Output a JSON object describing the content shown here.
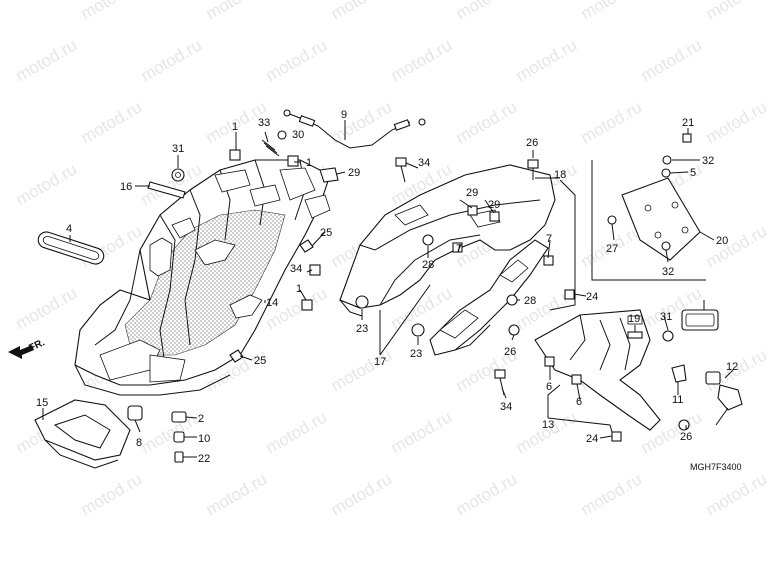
{
  "watermark": "motod.ru",
  "diagram_code": "MGH7F3400",
  "direction_label": "FR.",
  "callouts": [
    "1",
    "1",
    "1",
    "2",
    "4",
    "5",
    "6",
    "6",
    "7",
    "7",
    "8",
    "9",
    "10",
    "11",
    "12",
    "13",
    "14",
    "15",
    "16",
    "17",
    "18",
    "19",
    "20",
    "21",
    "22",
    "23",
    "23",
    "24",
    "24",
    "25",
    "25",
    "26",
    "26",
    "26",
    "27",
    "28",
    "28",
    "29",
    "29",
    "29",
    "30",
    "31",
    "31",
    "32",
    "32",
    "33",
    "34",
    "34",
    "34"
  ]
}
